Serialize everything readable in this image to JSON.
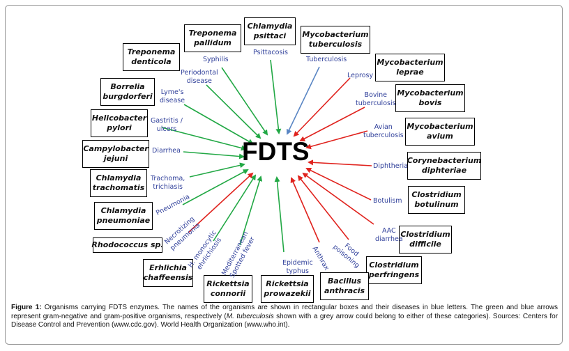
{
  "center_label": "FDTS",
  "organisms": [
    {
      "id": "treponema-pallidum",
      "label": "Treponema\npallidum"
    },
    {
      "id": "chlamydia-psittaci",
      "label": "Chlamydia\npsittaci"
    },
    {
      "id": "mycobacterium-tuberculosis",
      "label": "Mycobacterium\ntuberculosis"
    },
    {
      "id": "treponema-denticola",
      "label": "Treponema\ndenticola"
    },
    {
      "id": "mycobacterium-leprae",
      "label": "Mycobacterium\nleprae"
    },
    {
      "id": "borrelia-burgdorferi",
      "label": "Borrelia\nburgdorferi"
    },
    {
      "id": "mycobacterium-bovis",
      "label": "Mycobacterium\nbovis"
    },
    {
      "id": "helicobacter-pylori",
      "label": "Helicobacter\npylori"
    },
    {
      "id": "mycobacterium-avium",
      "label": "Mycobacterium\navium"
    },
    {
      "id": "campylobacter-jejuni",
      "label": "Campylobacter\njejuni"
    },
    {
      "id": "corynebacterium-diphteriae",
      "label": "Corynebacterium\ndiphteriae"
    },
    {
      "id": "chlamydia-trachomatis",
      "label": "Chlamydia\ntrachomatis"
    },
    {
      "id": "clostridium-botulinum",
      "label": "Clostridium\nbotulinum"
    },
    {
      "id": "chlamydia-pneumoniae",
      "label": "Chlamydia\npneumoniae"
    },
    {
      "id": "clostridium-difficile",
      "label": "Clostridium\ndifficile"
    },
    {
      "id": "rhodococcus-sp",
      "label": "Rhodococcus sp."
    },
    {
      "id": "clostridium-perfringens",
      "label": "Clostridium\nperfringens"
    },
    {
      "id": "erhlichia-chaffeensis",
      "label": "Erhlichia\nchaffeensis"
    },
    {
      "id": "rickettsia-conorii",
      "label": "Rickettsia\nconnorii"
    },
    {
      "id": "rickettsia-prowazekii",
      "label": "Rickettsia\nprowazekii"
    },
    {
      "id": "bacillus-anthracis",
      "label": "Bacillus\nanthracis"
    }
  ],
  "diseases": [
    {
      "id": "syphilis",
      "label": "Syphilis"
    },
    {
      "id": "psittacosis",
      "label": "Psittacosis"
    },
    {
      "id": "tuberculosis",
      "label": "Tuberculosis"
    },
    {
      "id": "periodontal-disease",
      "label": "Periodontal\ndisease"
    },
    {
      "id": "leprosy",
      "label": "Leprosy"
    },
    {
      "id": "lymes-disease",
      "label": "Lyme's\ndisease"
    },
    {
      "id": "bovine-tuberculosis",
      "label": "Bovine\ntuberculosis"
    },
    {
      "id": "gastritis-ulcers",
      "label": "Gastritis /\nulcers"
    },
    {
      "id": "avian-tuberculosis",
      "label": "Avian\ntuberculosis"
    },
    {
      "id": "diarrhea",
      "label": "Diarrhea"
    },
    {
      "id": "diphtheria",
      "label": "Diphtheria"
    },
    {
      "id": "trachoma-trichiasis",
      "label": "Trachoma,\ntrichiasis"
    },
    {
      "id": "botulism",
      "label": "Botulism"
    },
    {
      "id": "pneumonia",
      "label": "Pneumonia"
    },
    {
      "id": "aac-diarrhea",
      "label": "AAC\ndiarrhea"
    },
    {
      "id": "necrotizing-pneumonia",
      "label": "Necrotizing\npneumonia"
    },
    {
      "id": "food-poisoning",
      "label": "Food\npoisoning"
    },
    {
      "id": "h-monocytic-ehrlichiosis",
      "label": "H. monocytic\nehrlichiosis"
    },
    {
      "id": "mediterranean-spotted-fever",
      "label": "Mediterranean\nSpotted fever"
    },
    {
      "id": "epidemic-typhus",
      "label": "Epidemic\ntyphus"
    },
    {
      "id": "anthrax",
      "label": "Anthrax"
    }
  ],
  "arrow_colors": {
    "gram_negative": "#22a845",
    "gram_positive": "#e0231e",
    "uncertain": "#5a86c4"
  },
  "caption": {
    "figure_label": "Figure 1:",
    "text": " Organisms carrying FDTS enzymes. The names of the organisms are shown in rectangular boxes and their diseases in blue letters. The green and blue arrows represent gram-negative and gram-positive organisms, respectively (",
    "italic_term": "M. tuberculosis",
    "text_after": " shown with a grey arrow could belong to either of these categories). Sources: Centers for Disease Control and Prevention (www.cdc.gov). World Health Organization (www.who.int)."
  }
}
